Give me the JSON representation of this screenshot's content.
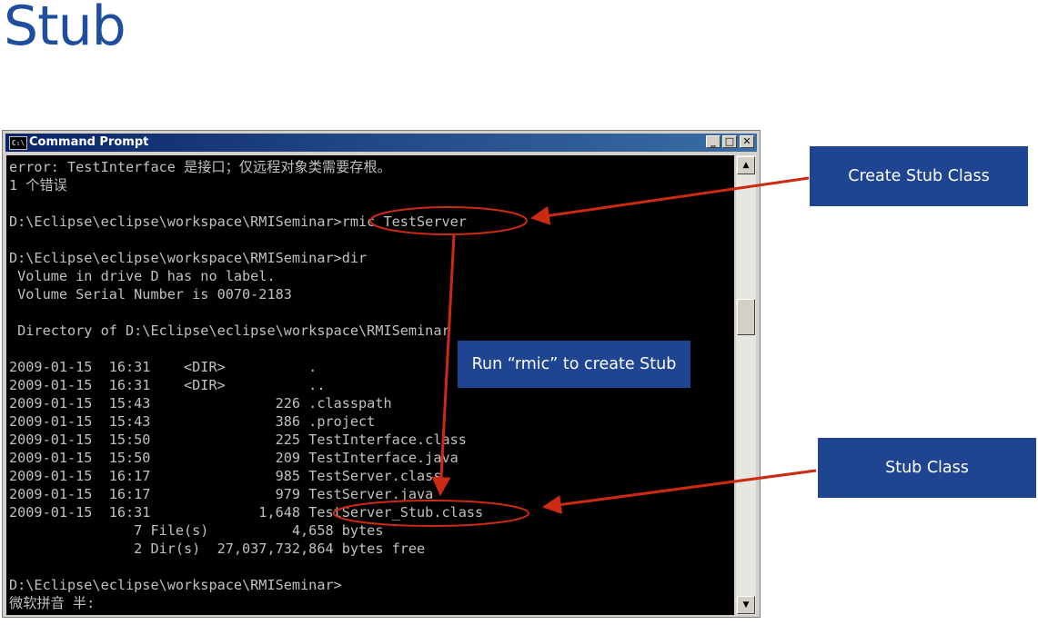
{
  "slide": {
    "title": "Stub"
  },
  "window": {
    "title": "Command Prompt",
    "icon_label": "C:\\",
    "minimize_glyph": "_",
    "maximize_glyph": "□",
    "close_glyph": "✕"
  },
  "scrollbar": {
    "up_glyph": "▲",
    "down_glyph": "▼"
  },
  "console": {
    "lines": [
      "error: TestInterface 是接口；仅远程对象类需要存根。",
      "1 个错误",
      "",
      "D:\\Eclipse\\eclipse\\workspace\\RMISeminar>rmic TestServer",
      "",
      "D:\\Eclipse\\eclipse\\workspace\\RMISeminar>dir",
      " Volume in drive D has no label.",
      " Volume Serial Number is 0070-2183",
      "",
      " Directory of D:\\Eclipse\\eclipse\\workspace\\RMISeminar",
      "",
      "2009-01-15  16:31    <DIR>          .",
      "2009-01-15  16:31    <DIR>          ..",
      "2009-01-15  15:43               226 .classpath",
      "2009-01-15  15:43               386 .project",
      "2009-01-15  15:50               225 TestInterface.class",
      "2009-01-15  15:50               209 TestInterface.java",
      "2009-01-15  16:17               985 TestServer.class",
      "2009-01-15  16:17               979 TestServer.java",
      "2009-01-15  16:31             1,648 TestServer_Stub.class",
      "               7 File(s)          4,658 bytes",
      "               2 Dir(s)  27,037,732,864 bytes free",
      "",
      "D:\\Eclipse\\eclipse\\workspace\\RMISeminar>",
      "微软拼音 半:"
    ]
  },
  "callouts": {
    "create_stub": "Create Stub Class",
    "run_rmic": "Run “rmic” to create Stub",
    "stub_class": "Stub Class"
  },
  "colors": {
    "title": "#1f4e9e",
    "callout_bg": "#1f4592",
    "annotation": "#cc2a12",
    "console_text": "#c0c0c0"
  }
}
